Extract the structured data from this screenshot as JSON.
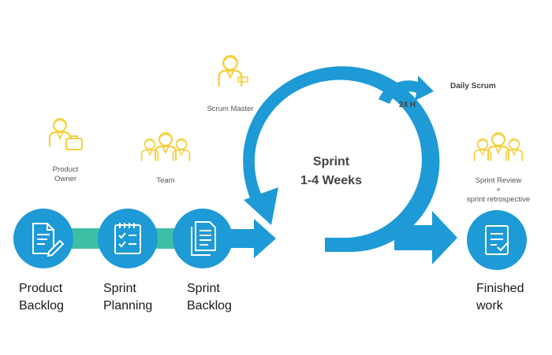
{
  "colors": {
    "blue": "#1e9ad6",
    "teal": "#3dbfa5",
    "yellow": "#f5d142",
    "white": "#ffffff",
    "text_dark": "#1a1a1a",
    "text_gray": "#555555"
  },
  "steps": [
    {
      "line1": "Product",
      "line2": "Backlog",
      "icon": "document-edit-icon"
    },
    {
      "line1": "Sprint",
      "line2": "Planning",
      "icon": "checklist-icon"
    },
    {
      "line1": "Sprint",
      "line2": "Backlog",
      "icon": "documents-icon"
    },
    {
      "line1": "Finished",
      "line2": "work",
      "icon": "task-done-icon"
    }
  ],
  "roles": {
    "product_owner": {
      "line1": "Product",
      "line2": "Owner",
      "icon": "person-briefcase-icon"
    },
    "team": {
      "label": "Team",
      "icon": "group-icon"
    },
    "scrum_master": {
      "label": "Scrum Master",
      "icon": "person-tie-icon"
    },
    "sprint_review": {
      "line1": "Sprint Review",
      "line2": "+",
      "line3": "sprint retrospective",
      "icon": "group-icon"
    }
  },
  "sprint": {
    "line1": "Sprint",
    "line2": "1-4 Weeks"
  },
  "daily": {
    "label": "Daily Scrum",
    "cycle": "24 H"
  }
}
